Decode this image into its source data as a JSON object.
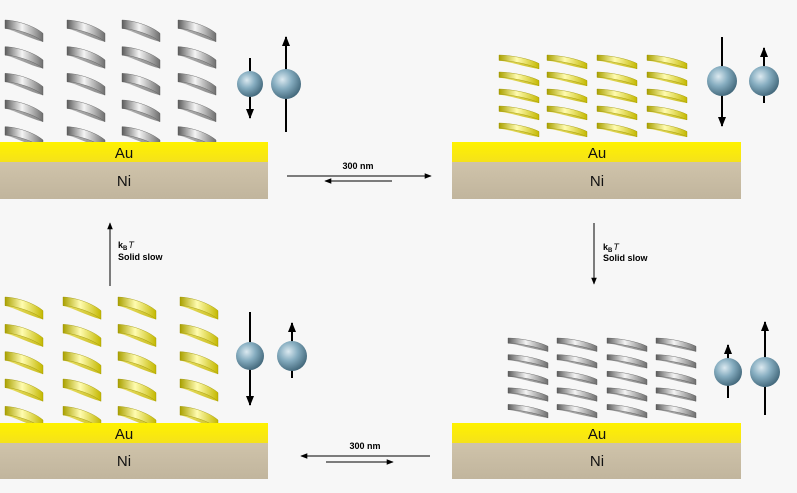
{
  "labels": {
    "gold": "Au",
    "nickel": "Ni",
    "wavelength": "300 nm",
    "kb_k": "k",
    "kb_sub": "B",
    "kb_t": "T",
    "process": "Solid slow"
  },
  "colors": {
    "gold_layer": "#fdee22",
    "nickel_layer": "#c8bca4",
    "helix_gray": "#8a8a8a",
    "helix_yellow": "#d8cc10",
    "spin_ball": "#7fa5b8",
    "background": "#f7f7f7"
  },
  "panels": [
    {
      "id": "top-left",
      "helix_color": "gray",
      "helix_style": "elongated"
    },
    {
      "id": "top-right",
      "helix_color": "yellow",
      "helix_style": "compressed"
    },
    {
      "id": "bottom-left",
      "helix_color": "yellow",
      "helix_style": "elongated"
    },
    {
      "id": "bottom-right",
      "helix_color": "gray",
      "helix_style": "compressed"
    }
  ],
  "icons": [
    "spin-up-icon",
    "spin-down-icon",
    "double-headed-arrow-icon"
  ]
}
